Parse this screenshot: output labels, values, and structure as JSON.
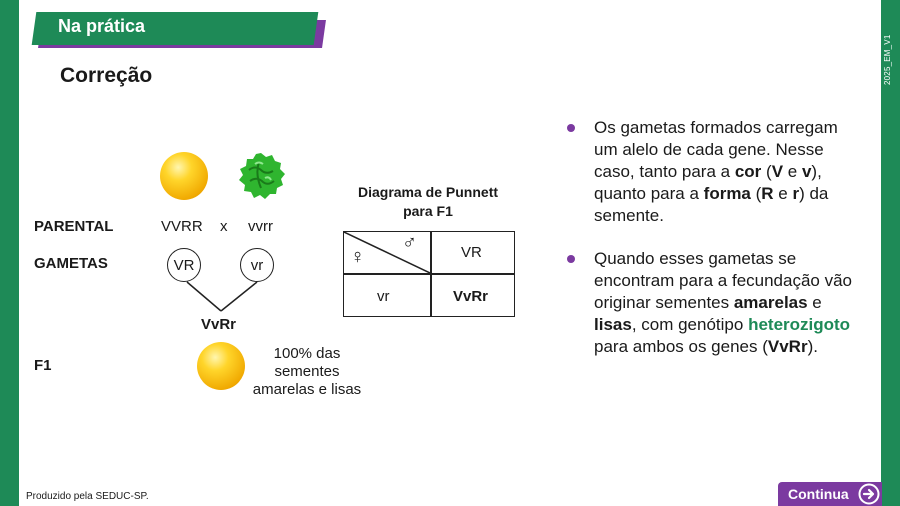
{
  "header": {
    "banner": "Na prática",
    "title": "Correção",
    "side_code": "2025_EM_V1"
  },
  "diagram": {
    "parental_label": "PARENTAL",
    "gametas_label": "GAMETAS",
    "f1_label": "F1",
    "parent1": "VVRR",
    "cross": "x",
    "parent2": "vvrr",
    "gamete1": "VR",
    "gamete2": "vr",
    "offspring": "VvRr",
    "f1_line1": "100% das",
    "f1_line2": "sementes",
    "f1_line3": "amarelas e lisas"
  },
  "punnett": {
    "title_line1": "Diagrama de Punnett",
    "title_line2": "para F1",
    "female_symbol": "♀",
    "male_symbol": "♂",
    "male_gamete": "VR",
    "female_gamete": "vr",
    "result": "VvRr"
  },
  "bullets": {
    "b1": {
      "t1": "Os gametas formados carregam um alelo de cada gene. Nesse caso, tanto para a ",
      "t2": "cor",
      "t3": " (",
      "t4": "V",
      "t5": " e ",
      "t6": "v",
      "t7": "), quanto para a ",
      "t8": "forma",
      "t9": " (",
      "t10": "R",
      "t11": " e ",
      "t12": "r",
      "t13": ") da semente."
    },
    "b2": {
      "t1": "Quando esses gametas se encontram para a fecundação vão originar sementes ",
      "t2": "amarelas",
      "t3": " e ",
      "t4": "lisas",
      "t5": ", com genótipo ",
      "t6": "heterozigoto",
      "t7": " para ambos os genes (",
      "t8": "VvRr",
      "t9": ")."
    }
  },
  "footer": {
    "credit": "Produzido pela SEDUC-SP.",
    "continue_label": "Continua"
  },
  "colors": {
    "green": "#1e8a57",
    "purple": "#7b3aa0",
    "yellow_pea": "#ffd52a",
    "green_pea": "#2fb52f"
  }
}
